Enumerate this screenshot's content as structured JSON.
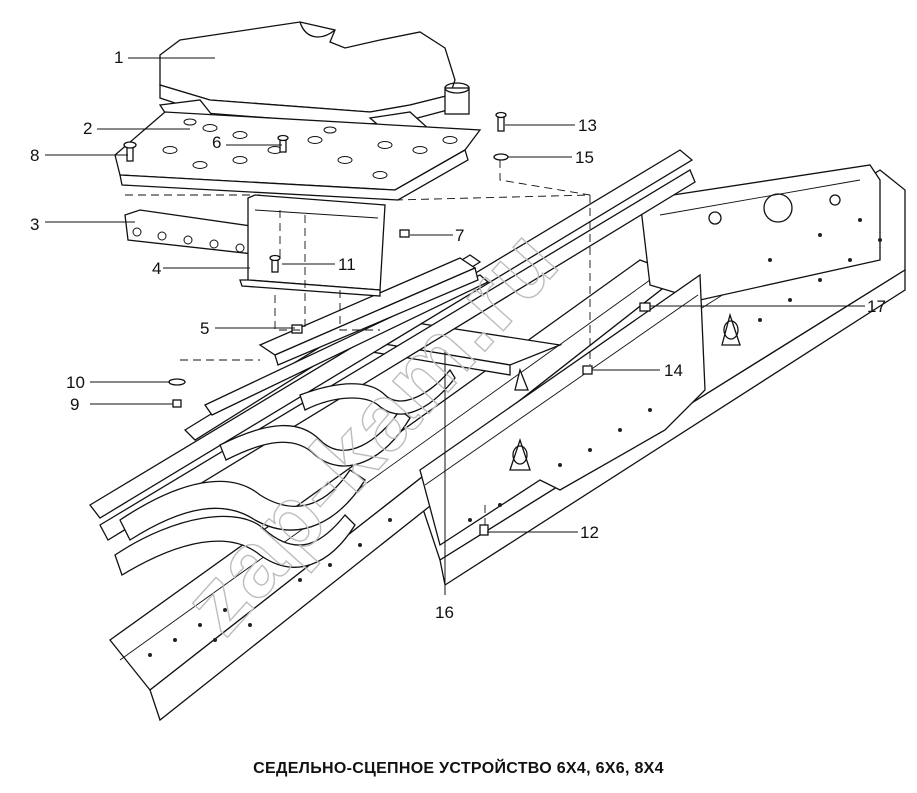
{
  "title": "СЕДЕЛЬНО-СЦЕПНОЕ УСТРОЙСТВО 6X4, 6X6, 8X4",
  "watermark": "zap-kam.ru",
  "callouts": [
    {
      "id": "1",
      "label": "1"
    },
    {
      "id": "2",
      "label": "2"
    },
    {
      "id": "3",
      "label": "3"
    },
    {
      "id": "4",
      "label": "4"
    },
    {
      "id": "5",
      "label": "5"
    },
    {
      "id": "6",
      "label": "6"
    },
    {
      "id": "7",
      "label": "7"
    },
    {
      "id": "8",
      "label": "8"
    },
    {
      "id": "9",
      "label": "9"
    },
    {
      "id": "10",
      "label": "10"
    },
    {
      "id": "11",
      "label": "11"
    },
    {
      "id": "12",
      "label": "12"
    },
    {
      "id": "13",
      "label": "13"
    },
    {
      "id": "14",
      "label": "14"
    },
    {
      "id": "15",
      "label": "15"
    },
    {
      "id": "16",
      "label": "16"
    },
    {
      "id": "17",
      "label": "17"
    }
  ]
}
